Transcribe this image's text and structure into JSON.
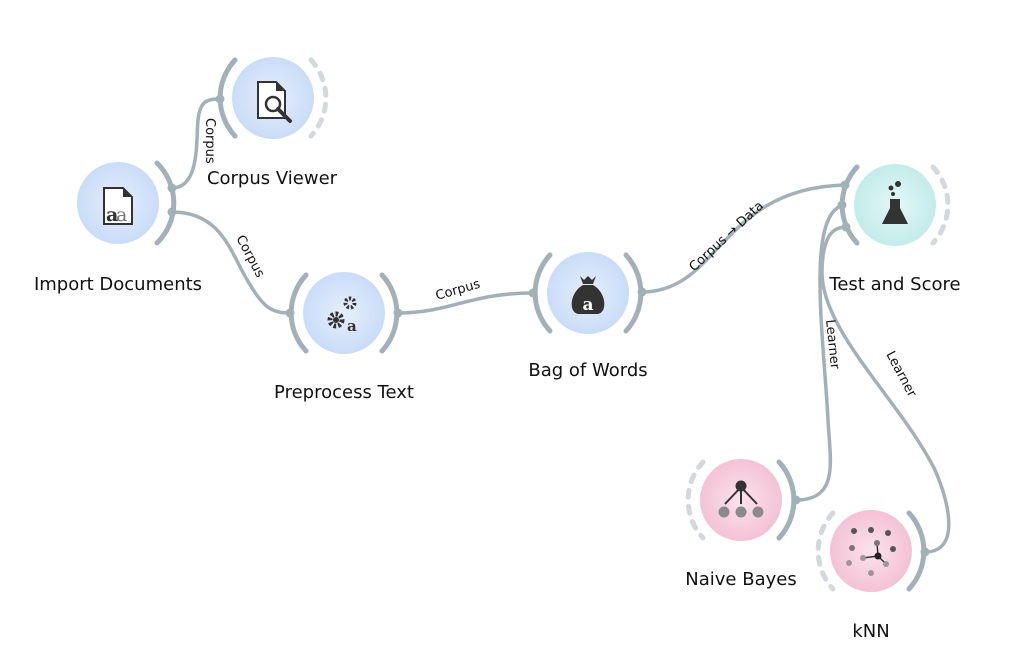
{
  "canvas": {
    "title": "Orange workflow canvas"
  },
  "colors": {
    "link": "#a2b0b8",
    "text_node_fill": "#dce9fb",
    "text_node_edge": "#c5d9f7",
    "evaluate_node_fill": "#d6f4f3",
    "evaluate_node_edge": "#bfe9e8",
    "model_node_fill": "#f9d6e3",
    "model_node_edge": "#f2bfd2",
    "icon": "#333333"
  },
  "nodes": [
    {
      "id": "import-documents",
      "label": "Import Documents",
      "icon": "document-text-icon",
      "category": "text"
    },
    {
      "id": "corpus-viewer",
      "label": "Corpus Viewer",
      "icon": "document-search-icon",
      "category": "text"
    },
    {
      "id": "preprocess-text",
      "label": "Preprocess Text",
      "icon": "gears-text-icon",
      "category": "text"
    },
    {
      "id": "bag-of-words",
      "label": "Bag of Words",
      "icon": "money-bag-a-icon",
      "category": "text"
    },
    {
      "id": "test-and-score",
      "label": "Test and Score",
      "icon": "flask-icon",
      "category": "evaluate"
    },
    {
      "id": "naive-bayes",
      "label": "Naive Bayes",
      "icon": "bayes-network-icon",
      "category": "model"
    },
    {
      "id": "knn",
      "label": "kNN",
      "icon": "knn-scatter-icon",
      "category": "model"
    }
  ],
  "links": [
    {
      "from": "import-documents",
      "to": "corpus-viewer",
      "label": "Corpus"
    },
    {
      "from": "import-documents",
      "to": "preprocess-text",
      "label": "Corpus"
    },
    {
      "from": "preprocess-text",
      "to": "bag-of-words",
      "label": "Corpus"
    },
    {
      "from": "bag-of-words",
      "to": "test-and-score",
      "label": "Corpus → Data"
    },
    {
      "from": "naive-bayes",
      "to": "test-and-score",
      "label": "Learner"
    },
    {
      "from": "knn",
      "to": "test-and-score",
      "label": "Learner"
    }
  ]
}
